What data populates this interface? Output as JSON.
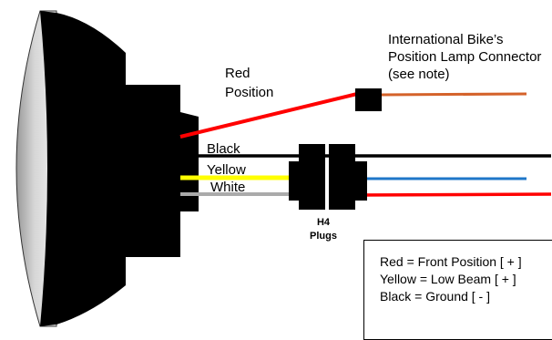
{
  "labels": {
    "red_position_line1": "Red",
    "red_position_line2": "Position",
    "black": "Black",
    "yellow": "Yellow",
    "white": "White",
    "h4_line1": "H4",
    "h4_line2": "Plugs",
    "note_line1": "International Bike’s",
    "note_line2": "Position Lamp Connector",
    "note_line3": "(see note)"
  },
  "legend": {
    "items": [
      "Red = Front Position [ + ]",
      "Yellow = Low Beam [ + ]",
      "Black = Ground [ - ]"
    ]
  },
  "colors": {
    "lamp_body": "#000000",
    "lens": "#cccccc",
    "red_wire": "#ff0000",
    "black_wire": "#000000",
    "yellow_wire": "#ffff00",
    "white_wire": "#aaaaaa",
    "blue_wire": "#1f77c8",
    "orange_wire": "#d4622a"
  }
}
